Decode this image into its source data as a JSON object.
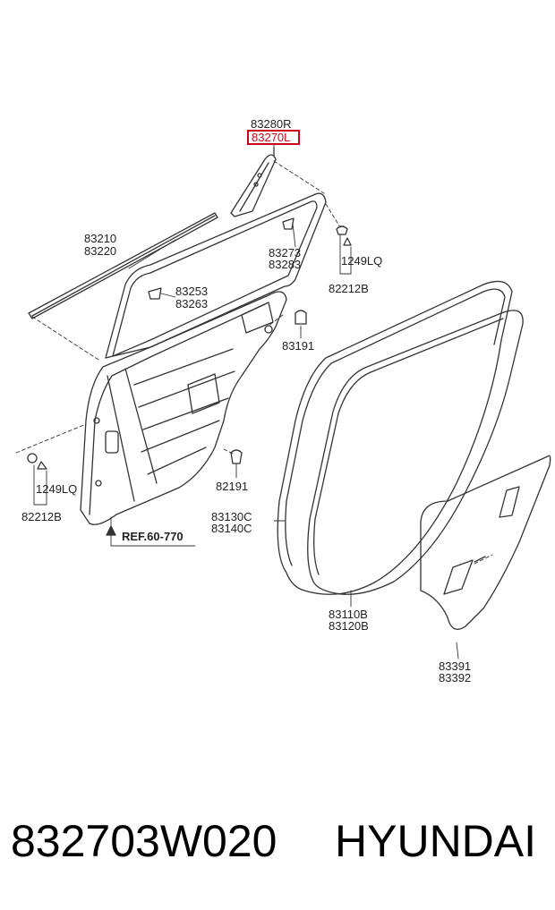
{
  "diagram": {
    "labels": {
      "p83280R": "83280R",
      "p83270L": "83270L",
      "p83210": "83210",
      "p83220": "83220",
      "p83273": "83273",
      "p83283": "83283",
      "p1249LQ_top": "1249LQ",
      "p82212B_top": "82212B",
      "p83253": "83253",
      "p83263": "83263",
      "p83191": "83191",
      "p1249LQ_left": "1249LQ",
      "p82212B_left": "82212B",
      "p82191": "82191",
      "ref": "REF.60-770",
      "p83130C": "83130C",
      "p83140C": "83140C",
      "p83110B": "83110B",
      "p83120B": "83120B",
      "p83391": "83391",
      "p83392": "83392"
    },
    "highlight_color": "#d0021b"
  },
  "footer": {
    "part_number": "832703W020",
    "brand": "HYUNDAI"
  }
}
